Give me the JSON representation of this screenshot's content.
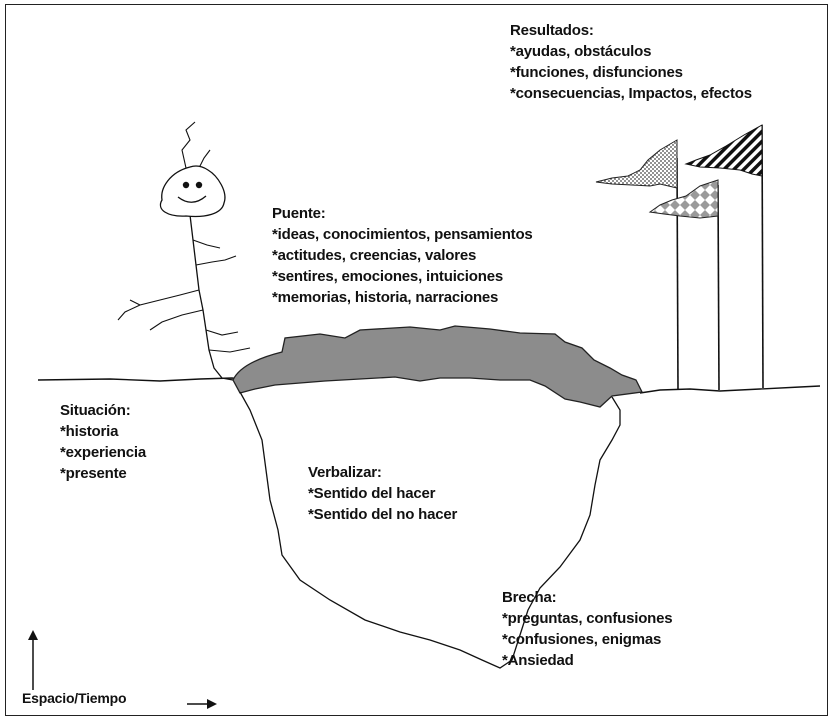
{
  "resultados": {
    "title": "Resultados:",
    "items": [
      "*ayudas, obstáculos",
      "*funciones, disfunciones",
      "*consecuencias, Impactos, efectos"
    ]
  },
  "puente": {
    "title": "Puente:",
    "items": [
      "*ideas, conocimientos, pensamientos",
      "*actitudes, creencias, valores",
      "*sentires, emociones, intuiciones",
      "*memorias, historia, narraciones"
    ]
  },
  "situacion": {
    "title": "Situación:",
    "items": [
      "*historia",
      "*experiencia",
      "*presente"
    ]
  },
  "verbalizar": {
    "title": "Verbalizar:",
    "items": [
      "*Sentido del hacer",
      "*Sentido del no hacer"
    ]
  },
  "brecha": {
    "title": "Brecha:",
    "items": [
      "*preguntas, confusiones",
      "*confusiones, enigmas",
      "*Ansiedad"
    ]
  },
  "footer": {
    "axis_label": "Espacio/Tiempo"
  },
  "colors": {
    "bridge_fill": "#8c8c8c",
    "ink": "#111111",
    "background": "#ffffff"
  }
}
